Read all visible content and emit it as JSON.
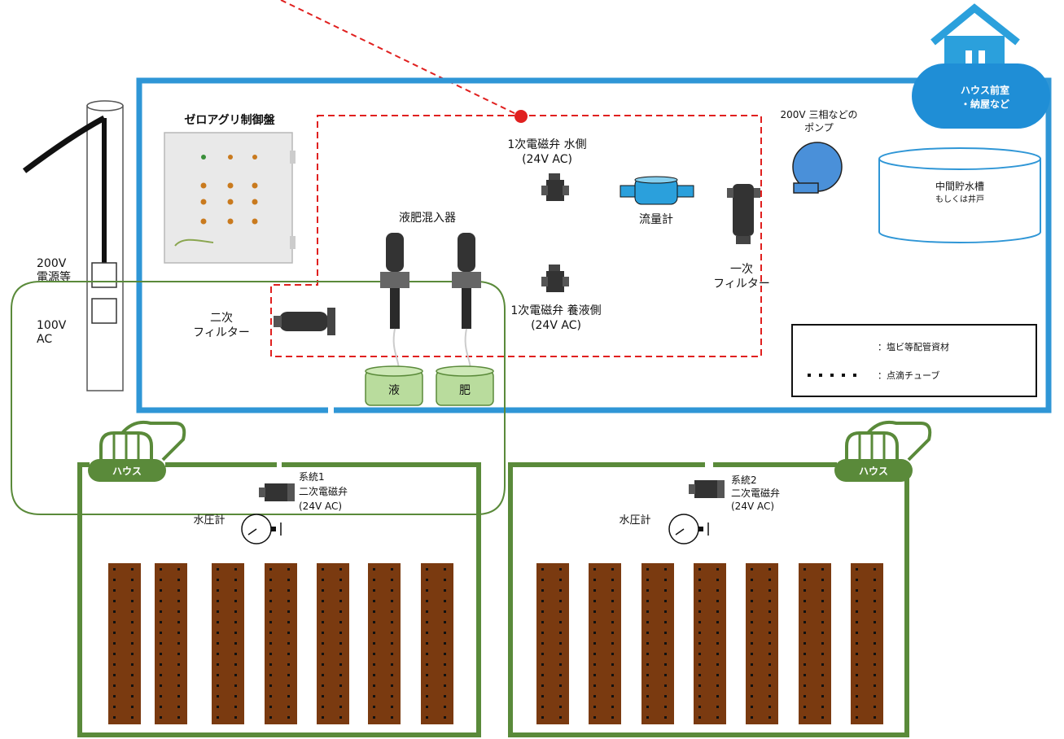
{
  "colors": {
    "room_border": "#2f96d6",
    "house_border": "#5a8a3a",
    "pipe_line": "#5a8a3a",
    "dashed_red": "#e0201f",
    "house_badge": "#5a8a3a",
    "front_room_badge": "#1f8ed6",
    "soil": "#7a3a10",
    "tank_green": "#b9dc9d",
    "pump_blue": "#4a90d9"
  },
  "labels": {
    "control_panel": "ゼロアグリ制御盤",
    "power_200v_line1": "200V",
    "power_200v_line2": "電源等",
    "power_100v_line1": "100V",
    "power_100v_line2": "AC",
    "secondary_filter_line1": "二次",
    "secondary_filter_line2": "フィルター",
    "mixer": "液肥混入器",
    "tank_liquid": "液",
    "tank_fertilizer": "肥",
    "valve_water_line1": "1次電磁弁 水側",
    "valve_water_line2": "(24V AC)",
    "valve_nutrient_line1": "1次電磁弁 養液側",
    "valve_nutrient_line2": "(24V AC)",
    "flowmeter": "流量計",
    "primary_filter_line1": "一次",
    "primary_filter_line2": "フィルター",
    "pump_line1": "200V 三相などの",
    "pump_line2": "ポンプ",
    "storage_line1": "中間貯水槽",
    "storage_line2": "もしくは井戸",
    "front_room_line1": "ハウス前室",
    "front_room_line2": "・納屋など",
    "legend_pipe": "：塩ビ等配管資材",
    "legend_drip": "：点滴チューブ",
    "house_badge_left": "ハウス",
    "house_badge_right": "ハウス",
    "system1_line1": "系統1",
    "system1_line2": "二次電磁弁",
    "system1_line3": "(24V AC)",
    "system2_line1": "系統2",
    "system2_line2": "二次電磁弁",
    "system2_line3": "(24V AC)",
    "pressure_left": "水圧計",
    "pressure_right": "水圧計"
  },
  "icons": [
    "house-icon",
    "greenhouse-icon",
    "solenoid-valve-icon",
    "pressure-gauge-icon",
    "pump-icon",
    "filter-icon",
    "mixer-icon",
    "flowmeter-icon",
    "control-panel-icon",
    "utility-pole-icon"
  ]
}
